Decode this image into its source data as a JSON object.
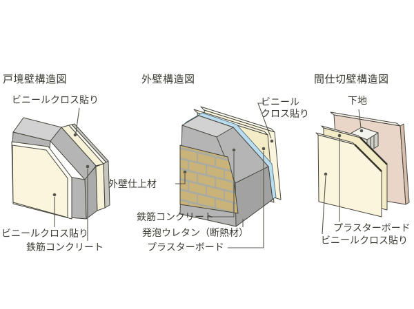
{
  "page": {
    "background": "#ffffff"
  },
  "diagrams": [
    {
      "title": "戸境壁構造図",
      "labels": [
        {
          "text": "ビニールクロス貼り",
          "points_to": "far-side vinyl cloth layer"
        },
        {
          "text": "ビニールクロス貼り",
          "points_to": "near-side vinyl cloth layer"
        },
        {
          "text": "鉄筋コンクリート",
          "points_to": "reinforced concrete core"
        }
      ]
    },
    {
      "title": "外壁構造図",
      "labels": [
        {
          "line1": "ビニール",
          "line2": "クロス貼り",
          "points_to": "interior vinyl cloth board"
        },
        {
          "text": "外壁仕上材",
          "points_to": "exterior brick finish"
        },
        {
          "text": "鉄筋コンクリート",
          "points_to": "reinforced concrete core"
        },
        {
          "text": "発泡ウレタン（断熱材）",
          "points_to": "urethane foam insulation"
        },
        {
          "text": "プラスターボード",
          "points_to": "plasterboard layer"
        }
      ]
    },
    {
      "title": "間仕切壁構造図",
      "labels": [
        {
          "text": "下地",
          "points_to": "stud base"
        },
        {
          "text": "プラスターボード",
          "points_to": "plasterboard"
        },
        {
          "text": "ビニールクロス貼り",
          "points_to": "vinyl cloth surface"
        }
      ]
    }
  ],
  "materials": {
    "vinyl_cloth_cream": "#faf5dc",
    "plasterboard_yellow": "#f3ecc6",
    "concrete_gray": "#b5b5b5",
    "concrete_top_gray": "#d2d2d2",
    "brick_tan": "#c9b379",
    "mortar_gray": "#a9ab9e",
    "insulation_blue": "#b9dcee",
    "back_panel_pink": "#e9d6c9",
    "outline": "#43433b"
  }
}
